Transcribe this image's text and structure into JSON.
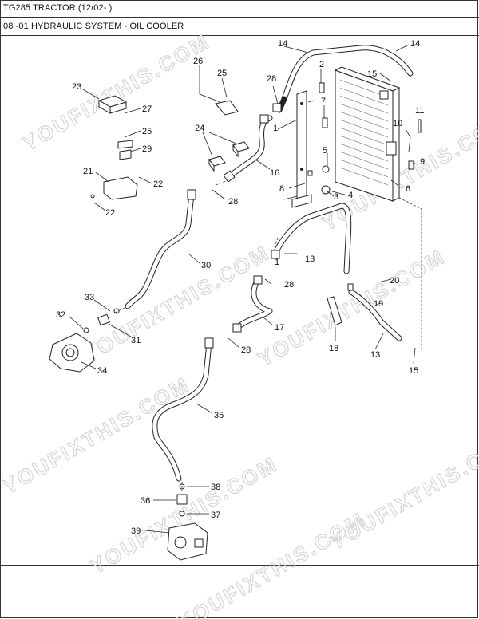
{
  "header": {
    "title": "TG285 TRACTOR (12/02- )",
    "subtitle": "08 -01 HYDRAULIC SYSTEM - OIL COOLER"
  },
  "watermark": "YOUFIXTHIS.COM",
  "callouts": {
    "c1": "1",
    "c2": "2",
    "c3": "3",
    "c4": "4",
    "c5": "5",
    "c6": "6",
    "c7": "7",
    "c8": "8",
    "c9": "9",
    "c10": "10",
    "c11": "11",
    "c13a": "13",
    "c13b": "13",
    "c14a": "14",
    "c14b": "14",
    "c15a": "15",
    "c15b": "15",
    "c16": "16",
    "c17": "17",
    "c18": "18",
    "c19": "19",
    "c20": "20",
    "c21": "21",
    "c22a": "22",
    "c22b": "22",
    "c23": "23",
    "c24": "24",
    "c25a": "25",
    "c25b": "25",
    "c26": "26",
    "c27": "27",
    "c28a": "28",
    "c28b": "28",
    "c28c": "28",
    "c28d": "28",
    "c29": "29",
    "c30": "30",
    "c31": "31",
    "c32": "32",
    "c33": "33",
    "c34": "34",
    "c35": "35",
    "c36": "36",
    "c37": "37",
    "c38": "38",
    "c39": "39"
  }
}
